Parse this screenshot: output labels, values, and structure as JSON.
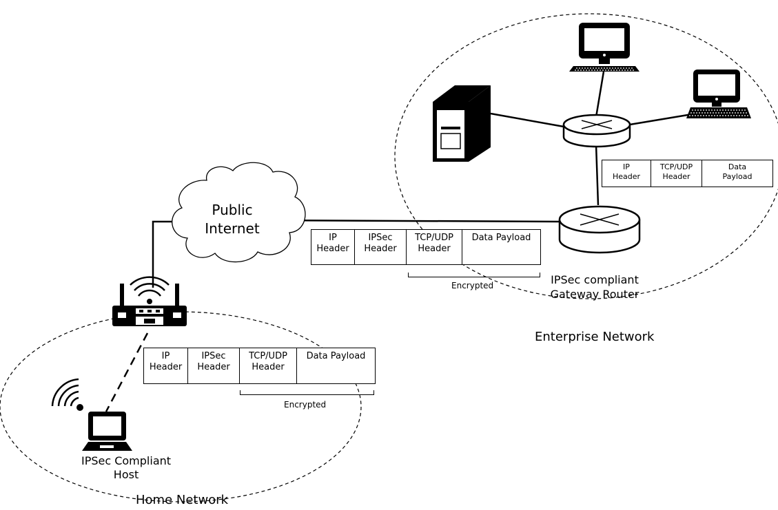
{
  "cloud_label": [
    "Public",
    "Internet"
  ],
  "gateway_label": [
    "IPSec compliant",
    "Gateway  Router"
  ],
  "enterprise_label": "Enterprise Network",
  "home_label": "Home Network",
  "host_label": [
    "IPSec Compliant",
    "Host"
  ],
  "packet_upper": {
    "fields": [
      [
        "IP",
        "Header"
      ],
      [
        "IPSec",
        "Header"
      ],
      [
        "TCP/UDP",
        "Header"
      ],
      [
        "Data Payload"
      ]
    ],
    "encrypted_label": "Encrypted"
  },
  "packet_home": {
    "fields": [
      [
        "IP",
        "Header"
      ],
      [
        "IPSec",
        "Header"
      ],
      [
        "TCP/UDP",
        "Header"
      ],
      [
        "Data Payload"
      ]
    ],
    "encrypted_label": "Encrypted"
  },
  "packet_enterprise": {
    "fields": [
      [
        "IP",
        "Header"
      ],
      [
        "TCP/UDP",
        "Header"
      ],
      [
        "Data",
        "Payload"
      ]
    ]
  },
  "icons": [
    "server-icon",
    "desktop-computer-icon",
    "router-icon",
    "gateway-router-icon",
    "wireless-router-icon",
    "laptop-icon",
    "wifi-signal-icon",
    "cloud-icon"
  ]
}
